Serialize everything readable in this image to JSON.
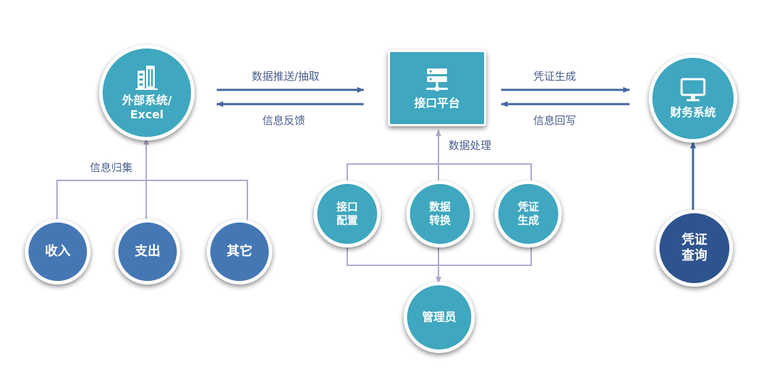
{
  "nodes": {
    "external": {
      "line1": "外部系统/",
      "line2": "Excel",
      "icon": "building-icon"
    },
    "platform": {
      "label": "接口平台",
      "icon": "server-icon"
    },
    "finance": {
      "label": "财务系统",
      "icon": "monitor-icon"
    },
    "income": {
      "label": "收入"
    },
    "expense": {
      "label": "支出"
    },
    "other": {
      "label": "其它"
    },
    "config": {
      "line1": "接口",
      "line2": "配置"
    },
    "convert": {
      "line1": "数据",
      "line2": "转换"
    },
    "voucher_gen": {
      "line1": "凭证",
      "line2": "生成"
    },
    "admin": {
      "label": "管理员"
    },
    "voucher_query": {
      "line1": "凭证",
      "line2": "查询"
    }
  },
  "edges": {
    "push": "数据推送/抽取",
    "feedback": "信息反馈",
    "voucher_gen": "凭证生成",
    "writeback": "信息回写",
    "collect": "信息归集",
    "processing": "数据处理"
  },
  "colors": {
    "teal": "#3fa7bf",
    "blue": "#4677b5",
    "navy": "#2e548f",
    "arrow": "#46679e",
    "connector": "#b3a7cf"
  }
}
